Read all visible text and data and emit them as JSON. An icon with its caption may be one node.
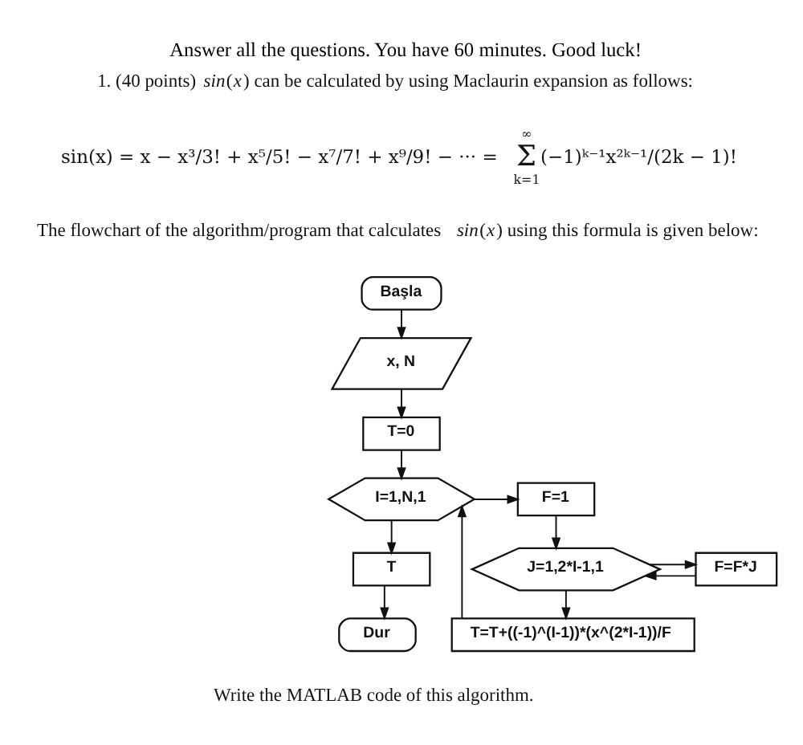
{
  "diagram": {
    "title": "Answer all the questions. You have 60 minutes. Good luck!",
    "nodes": [
      {
        "text": [
          "Başla"
        ]
      },
      {
        "text": [
          "x, N"
        ]
      },
      {
        "text": [
          "T=0"
        ]
      },
      {
        "text": [
          "I=1,N,1"
        ]
      },
      {
        "text": [
          "F=1"
        ]
      },
      {
        "text": [
          "T"
        ]
      },
      {
        "text": [
          "J=1,2*I-1,1"
        ]
      },
      {
        "text": [
          "F=F*J"
        ]
      },
      {
        "text": [
          "T=T+((-1)^(I-1))*(x^(2*I-1))/F"
        ]
      },
      {
        "text": [
          "Dur"
        ]
      }
    ],
    "edges": [
      {
        "from": 0,
        "to": 1,
        "arrow": "to"
      },
      {
        "from": 1,
        "to": 2,
        "arrow": "to"
      },
      {
        "from": 2,
        "to": 3,
        "arrow": "to"
      },
      {
        "from": 3,
        "to": 4,
        "arrow": "to"
      },
      {
        "from": 4,
        "to": 6,
        "arrow": "to"
      },
      {
        "from": 6,
        "to": 7,
        "arrow": "to"
      },
      {
        "from": 7,
        "to": 6,
        "arrow": "to"
      },
      {
        "from": 6,
        "to": 8,
        "arrow": "to"
      },
      {
        "from": 8,
        "to": 3,
        "arrow": "to"
      },
      {
        "from": 3,
        "to": 5,
        "arrow": "to"
      },
      {
        "from": 5,
        "to": 9,
        "arrow": "to"
      }
    ],
    "labels": [
      "1. (40 points) *sin*(*x*) can be calculated by using Maclaurin expansion as follows:",
      "sin(x) = x − x³/3! + x⁵/5! − x⁷/7! + x⁹/9! − ··· =",
      "∞",
      "Σ",
      "k=1",
      "(−1)ᵏ⁻¹x²ᵏ⁻¹/(2k − 1)!",
      "The flowchart of the algorithm/program that calculates *sin*(*x*) using this formula is given below:",
      "Write the MATLAB code of this algorithm."
    ]
  }
}
